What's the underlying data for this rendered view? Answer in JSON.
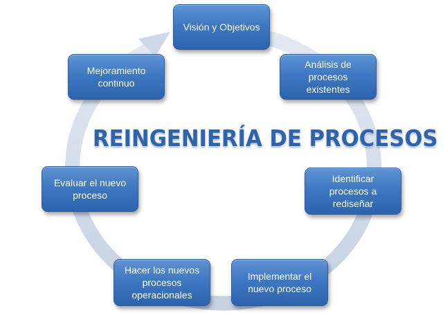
{
  "title": "REINGENIERÍA DE PROCESOS",
  "steps": [
    {
      "label": "Visión y Objetivos"
    },
    {
      "label": "Análisis de\nprocesos\nexistentes"
    },
    {
      "label": "Identificar\nprocesos a\nrediseñar"
    },
    {
      "label": "Implementar el\nnuevo proceso"
    },
    {
      "label": "Hacer los nuevos\nprocesos\noperacionales"
    },
    {
      "label": "Evaluar el nuevo\nproceso"
    },
    {
      "label": "Mejoramiento\ncontinuo"
    }
  ],
  "colors": {
    "box": "#3f78c2",
    "box_border": "#2c5b98",
    "title": "#2f64ad",
    "ring": "#d4dcea"
  },
  "icons": {
    "cycle": "circular-arrow-icon"
  }
}
